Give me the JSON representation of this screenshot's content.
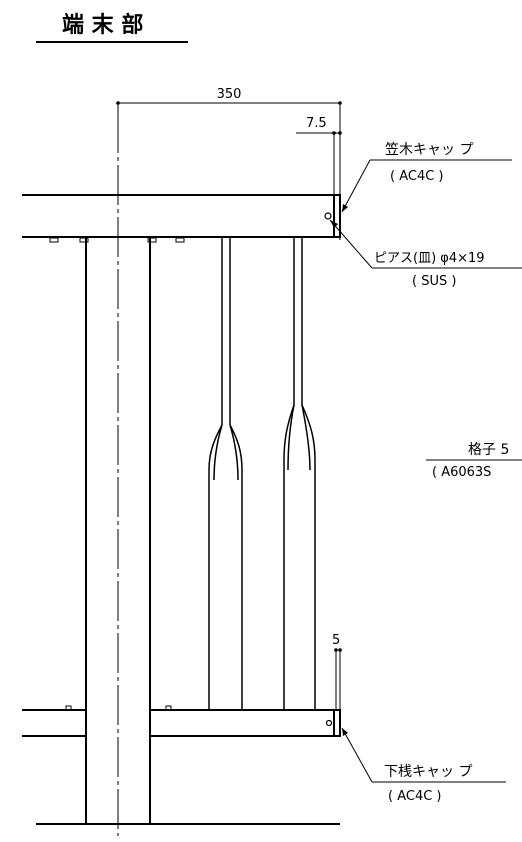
{
  "title": "端 末 部",
  "dimensions": {
    "overall_width": "350",
    "cap_offset_top": "7.5",
    "cap_offset_bottom": "5"
  },
  "labels": {
    "top_cap_name": "笠木キャッ プ",
    "top_cap_material": "( AC4C )",
    "screw_name": "ピアス(皿) φ4×19",
    "screw_material": "( SUS )",
    "lattice_name": "格子 5",
    "lattice_material": "( A6063S",
    "bottom_cap_name": "下桟キャッ プ",
    "bottom_cap_material": "( AC4C )"
  }
}
